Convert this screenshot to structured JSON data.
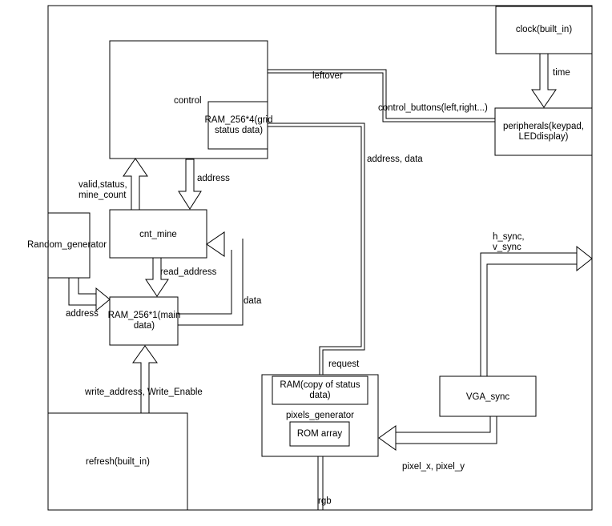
{
  "blocks": {
    "clock": "clock(built_in)",
    "control": "control",
    "ram_grid": [
      "RAM_256*4(grid",
      "status data)"
    ],
    "peripherals": [
      "peripherals(keypad,",
      "LEDdisplay)"
    ],
    "cnt_mine": "cnt_mine",
    "random_generator": "Random_generator",
    "ram_main": [
      "RAM_256*1(main",
      "data)"
    ],
    "vga_sync": "VGA_sync",
    "ram_copy": [
      "RAM(copy of status",
      "data)"
    ],
    "pixels_generator": "pixels_generator",
    "rom_array": "ROM array",
    "refresh": "refresh(built_in)"
  },
  "signals": {
    "time": "time",
    "leftover": "leftover",
    "control_buttons": "control_buttons(left,right...)",
    "address_data": "address, data",
    "address_down": "address",
    "valid_status": [
      "valid,status,",
      "mine_count"
    ],
    "read_address": "read_address",
    "data": "data",
    "address_left": "address",
    "write_address": "write_address, Write_Enable",
    "request": "request",
    "h_sync": "h_sync,",
    "v_sync": "v_sync",
    "pixel_xy": "pixel_x, pixel_y",
    "rgb": "rgb"
  }
}
